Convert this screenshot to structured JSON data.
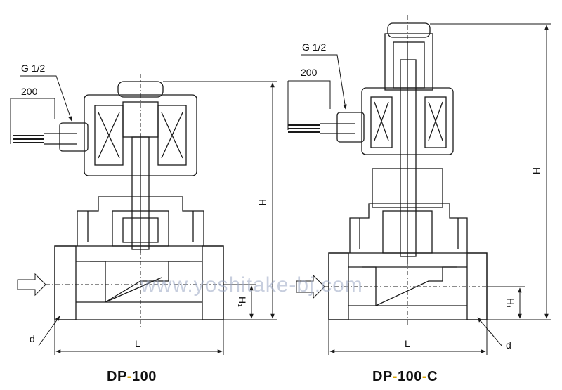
{
  "watermark": "www.yoshitake-bj.com",
  "colors": {
    "line": "#1a1a1a",
    "caption_separator": "#d9a400",
    "watermark": "#9aa7c4"
  },
  "left": {
    "model": {
      "prefix": "DP",
      "separator": "-",
      "suffix": "100"
    },
    "labels": {
      "thread": "G 1/2",
      "lead_length": "200",
      "height": "H",
      "height1": "H₁",
      "length": "L",
      "diameter": "d"
    }
  },
  "right": {
    "model": {
      "prefix": "DP",
      "separator": "-",
      "suffix": "100",
      "separator2": "-",
      "suffix2": "C"
    },
    "labels": {
      "thread": "G 1/2",
      "lead_length": "200",
      "height": "H",
      "height1": "H₁",
      "length": "L",
      "diameter": "d"
    }
  }
}
